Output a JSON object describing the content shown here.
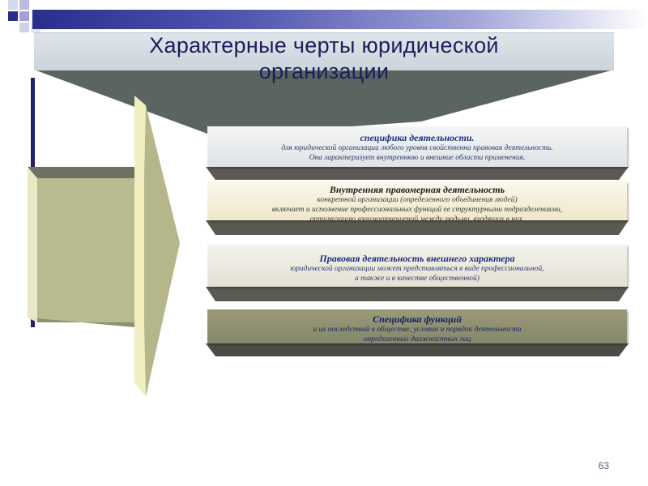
{
  "slide": {
    "title_line1": "Характерные черты юридической",
    "title_line2": "организации",
    "page_number": "63"
  },
  "items": [
    {
      "heading": "специфика деятельности.",
      "lines": [
        "для юридической организации любого уровня свойственна правовая деятельность.",
        "Она характеризует внутреннюю и внешние области применения."
      ]
    },
    {
      "heading": "Внутренняя правомерная деятельность",
      "lines": [
        "конкретной организации (определенного объединения людей)",
        "включает и исполнение профессиональных функций ее структурными подразделениями,",
        "оптимизацию взаимоотношений между людьми, входящих в них."
      ]
    },
    {
      "heading": "Правовая деятельность внешнего характера",
      "lines": [
        "юридической организации может представляться в виде профессиональной,",
        "а также и в качестве общественной)"
      ]
    },
    {
      "heading": "Специфика функций",
      "lines": [
        "и их последствий в обществе, условия и порядок деятельности",
        "определенных должностных лиц"
      ]
    }
  ],
  "colors": {
    "title": "#1a1f5c",
    "top_bar_start": "#2b2d8c",
    "arrow_fill": "#b5b78a",
    "arrow_highlight": "#f2f0c2",
    "funnel": "#5b6560",
    "shelf": "#5a5a52"
  }
}
